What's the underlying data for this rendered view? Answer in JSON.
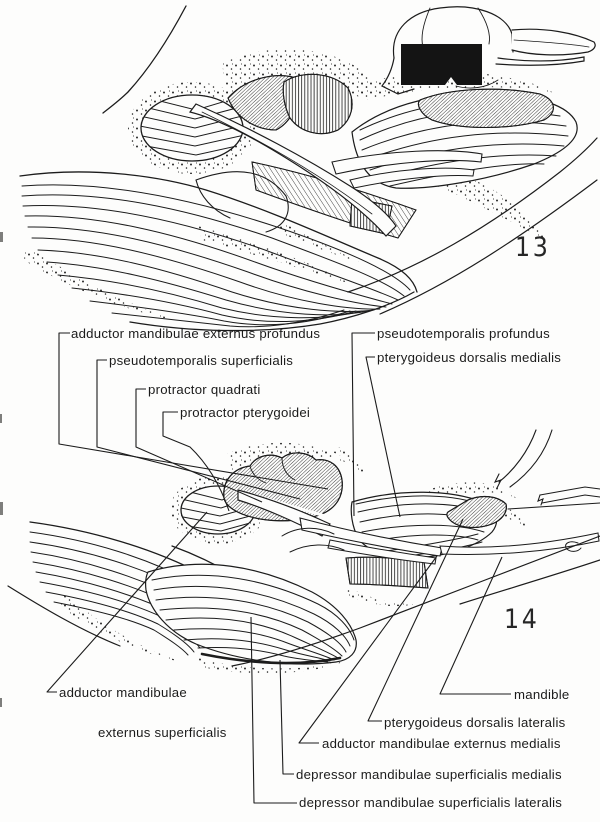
{
  "document": {
    "type": "scanned anatomical plate",
    "paper_color": "#fdfdfc",
    "ink_color": "#1c1c1c"
  },
  "figure13": {
    "number": "13"
  },
  "figure14": {
    "number": "14"
  },
  "labels14": [
    {
      "text": "adductor mandibulae externus profundus"
    },
    {
      "text": "pseudotemporalis superficialis"
    },
    {
      "text": "protractor quadrati"
    },
    {
      "text": "protractor pterygoidei"
    },
    {
      "text": "pseudotemporalis profundus"
    },
    {
      "text": "pterygoideus dorsalis medialis"
    },
    {
      "text": "adductor mandibulae"
    },
    {
      "text": "externus superficialis"
    },
    {
      "text": "mandible"
    },
    {
      "text": "pterygoideus dorsalis lateralis"
    },
    {
      "text": "adductor mandibulae externus medialis"
    },
    {
      "text": "depressor mandibulae superficialis medialis"
    },
    {
      "text": "depressor mandibulae superficialis lateralis"
    }
  ]
}
